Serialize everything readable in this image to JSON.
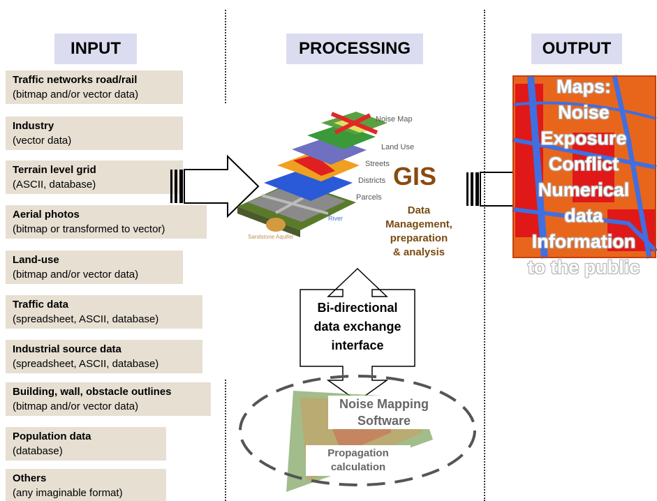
{
  "headers": {
    "input": "INPUT",
    "processing": "PROCESSING",
    "output": "OUTPUT"
  },
  "inputs": [
    {
      "title": "Traffic networks  road/rail",
      "sub": "(bitmap and/or vector data)"
    },
    {
      "title": "Industry",
      "sub": "(vector data)"
    },
    {
      "title": "Terrain level grid",
      "sub": "(ASCII, database)"
    },
    {
      "title": "Aerial photos",
      "sub": "(bitmap or transformed to vector)"
    },
    {
      "title": "Land-use",
      "sub": "(bitmap and/or vector data)"
    },
    {
      "title": "Traffic data",
      "sub": "(spreadsheet, ASCII, database)"
    },
    {
      "title": "Industrial source data",
      "sub": "(spreadsheet, ASCII, database)"
    },
    {
      "title": "Building, wall, obstacle outlines",
      "sub": "(bitmap and/or vector data)"
    },
    {
      "title": "Population data",
      "sub": "(database)"
    },
    {
      "title": "Others",
      "sub": "(any imaginable format)"
    }
  ],
  "gis": {
    "title": "GIS",
    "subtitle_lines": [
      "Data",
      "Management,",
      "preparation",
      "& analysis"
    ],
    "layers": [
      "Noise Map",
      "Land Use",
      "Streets",
      "Districts",
      "Parcels",
      "River",
      "Sandstone Aquifer"
    ]
  },
  "interface": {
    "lines": [
      "Bi-directional",
      "data exchange",
      "interface"
    ]
  },
  "software": {
    "title_lines": [
      "Noise Mapping",
      "Software"
    ],
    "calc_lines": [
      "Propagation",
      "calculation"
    ]
  },
  "output_lines": [
    "Maps:",
    "Noise",
    "Exposure",
    "Conflict",
    "Numerical",
    "data",
    "Information",
    "to the public"
  ],
  "colors": {
    "header_bg": "#dcdcf0",
    "input_bg": "#e6dfd2",
    "gis_text": "#8a4a10",
    "map_orange": "#e8661c",
    "map_red": "#e01818",
    "map_blue": "#3f6fe0"
  }
}
